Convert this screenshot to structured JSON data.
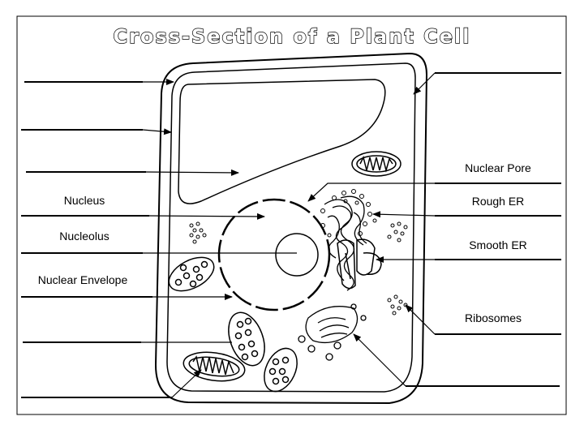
{
  "title": "Cross-Section of a Plant Cell",
  "labels": {
    "nucleus": "Nucleus",
    "nucleolus": "Nucleolus",
    "nuclear_envelope": "Nuclear Envelope",
    "nuclear_pore": "Nuclear Pore",
    "rough_er": "Rough ER",
    "smooth_er": "Smooth ER",
    "ribosomes": "Ribosomes"
  },
  "colors": {
    "ink": "#000000",
    "paper": "#ffffff"
  }
}
